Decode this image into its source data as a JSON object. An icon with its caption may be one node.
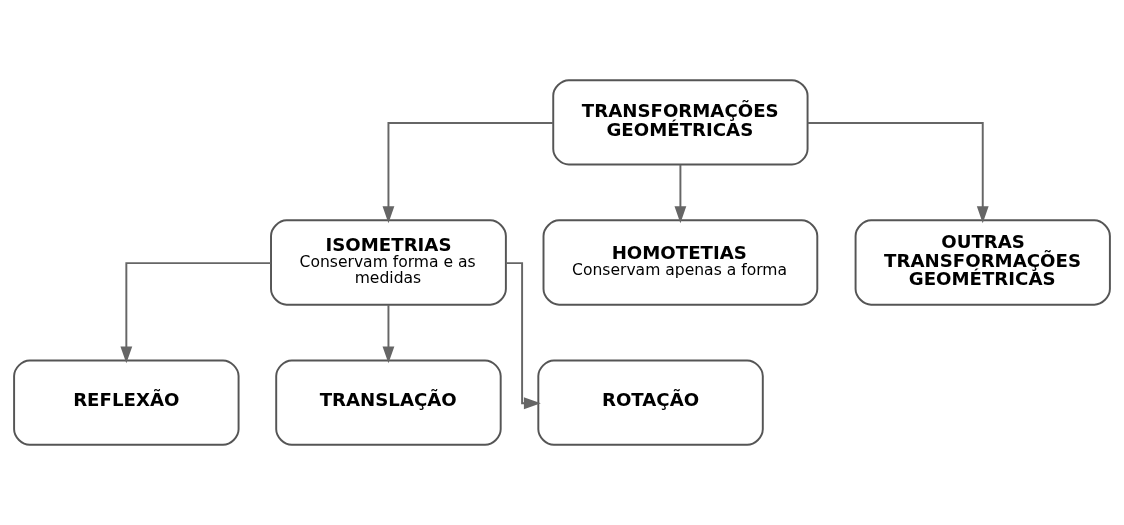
{
  "diagram": {
    "nodes": [
      {
        "text": [
          "TRANSFORMAÇÕES GEOMÉTRICAS"
        ]
      },
      {
        "text": [
          "ISOMETRIAS",
          "Conservam forma e as medidas"
        ]
      },
      {
        "text": [
          "HOMOTETIAS",
          "Conservam apenas a forma"
        ]
      },
      {
        "text": [
          "OUTRAS TRANSFORMAÇÕES GEOMÉTRICAS"
        ]
      },
      {
        "text": [
          "REFLEXÃO"
        ]
      },
      {
        "text": [
          "TRANSLAÇÃO"
        ]
      },
      {
        "text": [
          "ROTAÇÃO"
        ]
      }
    ],
    "edges": [
      {
        "from": 0,
        "to": 1,
        "arrow": "to"
      },
      {
        "from": 0,
        "to": 2,
        "arrow": "to"
      },
      {
        "from": 0,
        "to": 3,
        "arrow": "to"
      },
      {
        "from": 1,
        "to": 4,
        "arrow": "to"
      },
      {
        "from": 1,
        "to": 5,
        "arrow": "to"
      },
      {
        "from": 1,
        "to": 6,
        "arrow": "to"
      }
    ]
  }
}
